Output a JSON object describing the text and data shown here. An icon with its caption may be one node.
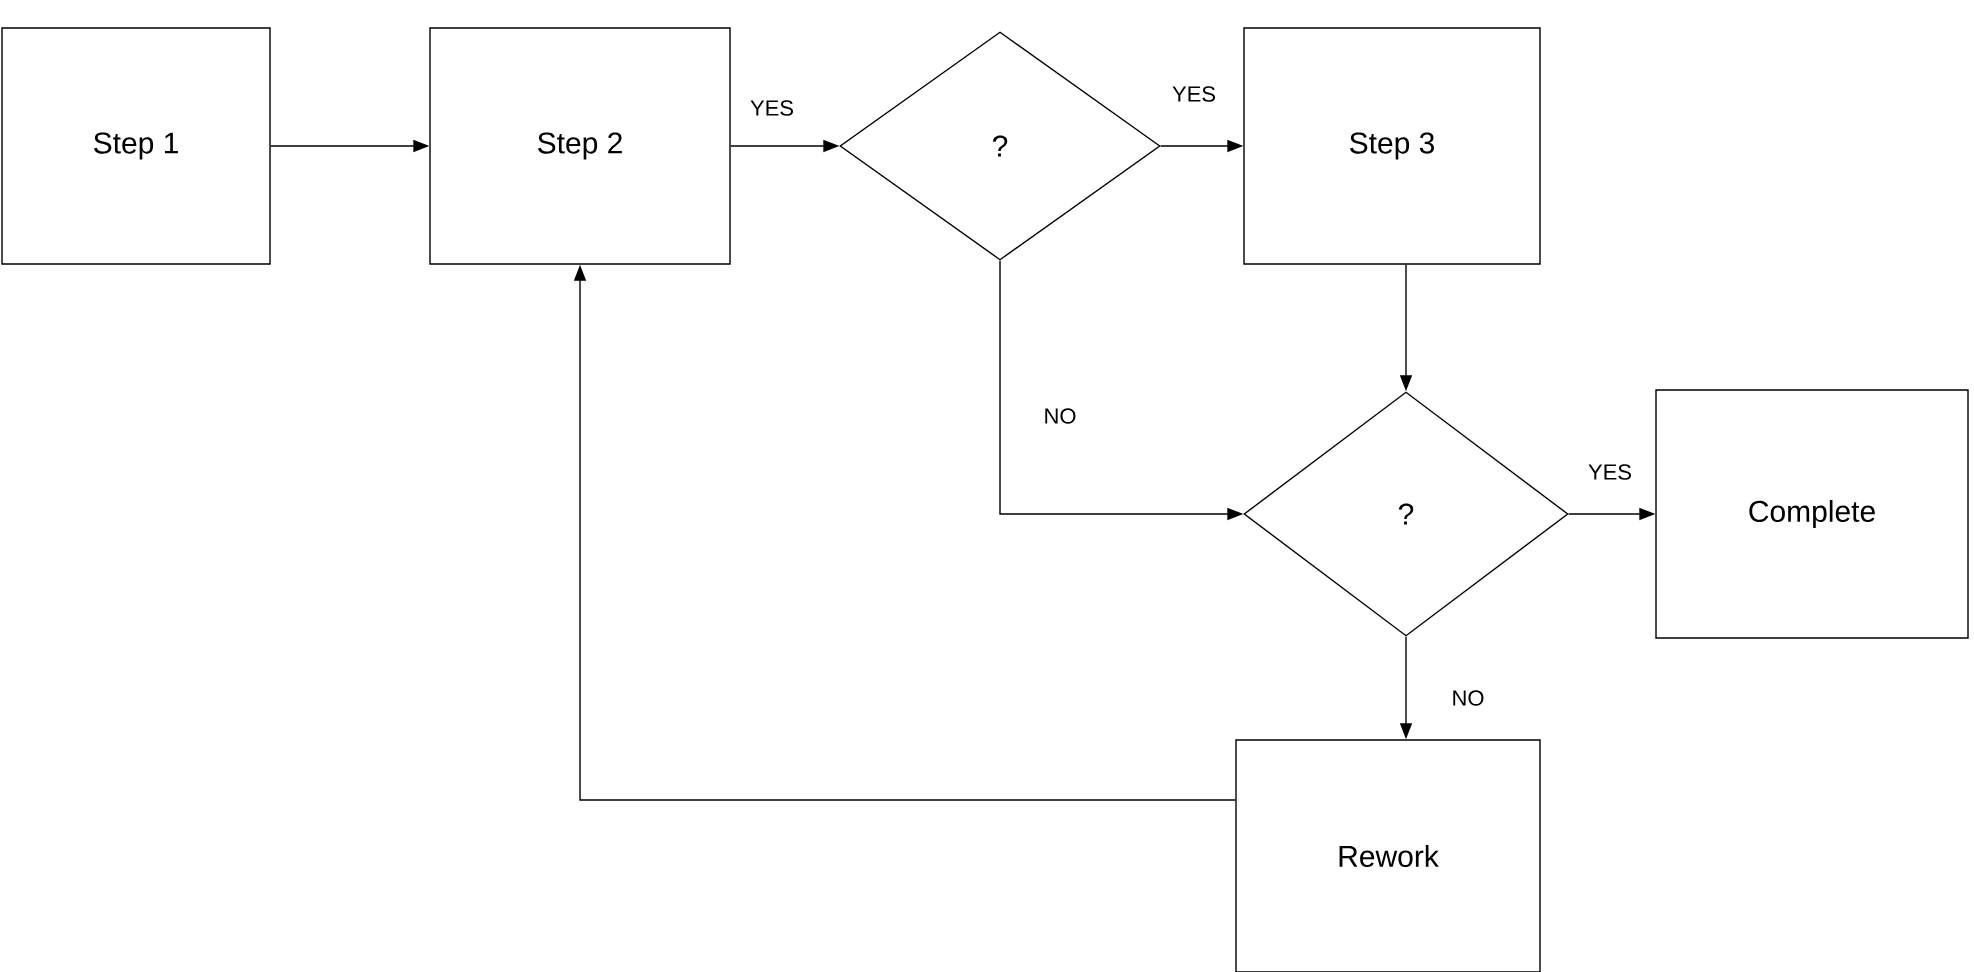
{
  "diagram": {
    "nodes": [
      {
        "text": [
          "Step 1"
        ]
      },
      {
        "text": [
          "Step 2"
        ]
      },
      {
        "text": [
          "?"
        ]
      },
      {
        "text": [
          "Step 3"
        ]
      },
      {
        "text": [
          "?"
        ]
      },
      {
        "text": [
          "Complete"
        ]
      },
      {
        "text": [
          "Rework"
        ]
      }
    ],
    "edges": [
      {
        "from": 0,
        "to": 1,
        "arrow": "to"
      },
      {
        "from": 1,
        "to": 2,
        "arrow": "to",
        "label": "YES"
      },
      {
        "from": 2,
        "to": 3,
        "arrow": "to",
        "label": "YES"
      },
      {
        "from": 3,
        "to": 4,
        "arrow": "to"
      },
      {
        "from": 2,
        "to": 4,
        "arrow": "to",
        "label": "NO"
      },
      {
        "from": 4,
        "to": 5,
        "arrow": "to",
        "label": "YES"
      },
      {
        "from": 4,
        "to": 6,
        "arrow": "to",
        "label": "NO"
      },
      {
        "from": 6,
        "to": 1,
        "arrow": "to"
      }
    ]
  }
}
